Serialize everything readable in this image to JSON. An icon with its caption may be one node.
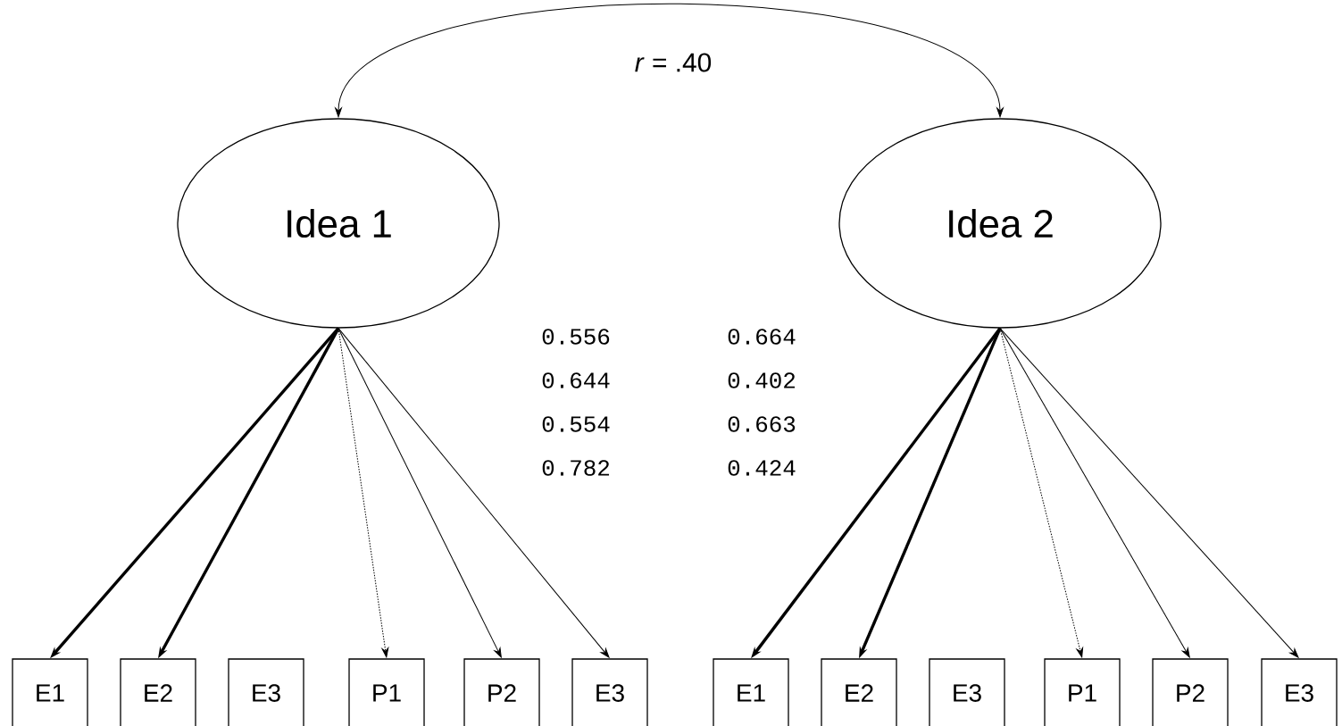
{
  "diagram": {
    "nodes": [
      {
        "text": [
          "Idea 1"
        ]
      },
      {
        "text": [
          "Idea 2"
        ]
      },
      {
        "text": [
          "E1"
        ]
      },
      {
        "text": [
          "E2"
        ]
      },
      {
        "text": [
          "E3"
        ]
      },
      {
        "text": [
          "P1"
        ]
      },
      {
        "text": [
          "P2"
        ]
      },
      {
        "text": [
          "E3"
        ]
      },
      {
        "text": [
          "E1"
        ]
      },
      {
        "text": [
          "E2"
        ]
      },
      {
        "text": [
          "E3"
        ]
      },
      {
        "text": [
          "P1"
        ]
      },
      {
        "text": [
          "P2"
        ]
      },
      {
        "text": [
          "E3"
        ]
      }
    ],
    "edges": [
      {
        "from": 0,
        "to": 1,
        "arrow": "both",
        "label": "*r* = .40"
      },
      {
        "from": 0,
        "to": 2,
        "arrow": "to",
        "style": "thick"
      },
      {
        "from": 0,
        "to": 3,
        "arrow": "to",
        "style": "thick"
      },
      {
        "from": 0,
        "to": 5,
        "arrow": "to",
        "style": "dashed"
      },
      {
        "from": 0,
        "to": 6,
        "arrow": "to"
      },
      {
        "from": 0,
        "to": 7,
        "arrow": "to"
      },
      {
        "from": 1,
        "to": 8,
        "arrow": "to",
        "style": "thick"
      },
      {
        "from": 1,
        "to": 9,
        "arrow": "to",
        "style": "thick"
      },
      {
        "from": 1,
        "to": 11,
        "arrow": "to",
        "style": "dashed"
      },
      {
        "from": 1,
        "to": 12,
        "arrow": "to"
      },
      {
        "from": 1,
        "to": 13,
        "arrow": "to"
      }
    ],
    "labels": [
      "0.556",
      "0.664",
      "0.644",
      "0.402",
      "0.554",
      "0.663",
      "0.782",
      "0.424"
    ]
  }
}
